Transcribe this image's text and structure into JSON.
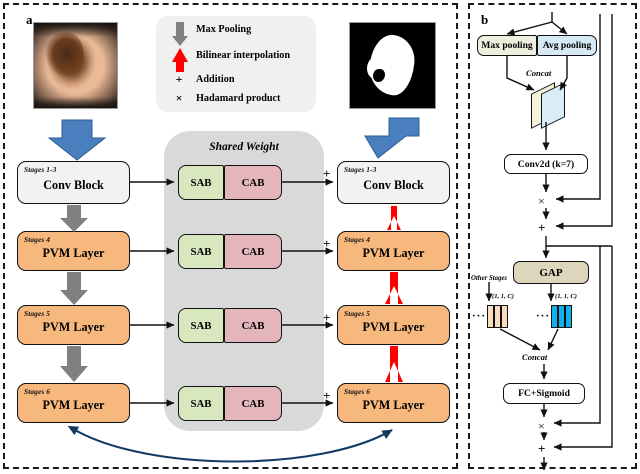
{
  "figure": {
    "panel_a_label": "a",
    "panel_b_label": "b"
  },
  "legend": {
    "items": [
      {
        "symbol": "down-arrow-gray",
        "label": "Max Pooling"
      },
      {
        "symbol": "up-arrow-red",
        "label": "Bilinear interpolation"
      },
      {
        "symbol": "+",
        "label": "Addition"
      },
      {
        "symbol": "×",
        "label": "Hadamard product"
      }
    ]
  },
  "panel_a": {
    "input_image_alt": "dermoscopic skin lesion photograph",
    "output_image_alt": "binary segmentation mask",
    "shared_weight_label": "Shared Weight",
    "encoder": [
      {
        "stage": "Stages 1-3",
        "name": "Conv Block",
        "kind": "conv"
      },
      {
        "stage": "Stages 4",
        "name": "PVM Layer",
        "kind": "pvm"
      },
      {
        "stage": "Stages 5",
        "name": "PVM Layer",
        "kind": "pvm"
      },
      {
        "stage": "Stages 6",
        "name": "PVM Layer",
        "kind": "pvm"
      }
    ],
    "decoder": [
      {
        "stage": "Stages 1-3",
        "name": "Conv Block",
        "kind": "conv"
      },
      {
        "stage": "Stages 4",
        "name": "PVM Layer",
        "kind": "pvm"
      },
      {
        "stage": "Stages 5",
        "name": "PVM Layer",
        "kind": "pvm"
      },
      {
        "stage": "Stages 6",
        "name": "PVM Layer",
        "kind": "pvm"
      }
    ],
    "attention_pairs": [
      {
        "left": "SAB",
        "right": "CAB"
      },
      {
        "left": "SAB",
        "right": "CAB"
      },
      {
        "left": "SAB",
        "right": "CAB"
      },
      {
        "left": "SAB",
        "right": "CAB"
      }
    ],
    "addition_symbol": "+"
  },
  "panel_b": {
    "max_pooling": "Max pooling",
    "avg_pooling": "Avg pooling",
    "concat_top": "Concat",
    "conv2d": "Conv2d (k=7)",
    "hadamard_1": "×",
    "addition_1": "+",
    "gap": "GAP",
    "other_stages": "Other Stages",
    "dim_left": "(1, 1, C)",
    "dim_right": "(1, 1, C)",
    "ellipsis_left": "···",
    "ellipsis_right": "···",
    "concat_bottom": "Concat",
    "fc_sigmoid": "FC+Sigmoid",
    "hadamard_2": "×",
    "addition_2": "+"
  },
  "colors": {
    "pvm_orange": "#f6b87c",
    "conv_gray": "#f2f2f2",
    "sab_green": "#d9e7bf",
    "cab_pink": "#e4b6bc",
    "shared_bg": "#d9d9d9",
    "maxpool_arrow": "#808080",
    "bilinear_arrow": "#ff0000",
    "io_arrow_blue": "#4a7fbf",
    "skip_arc_navy": "#123a63",
    "maxpool_box": "#eeefdc",
    "avgpool_box": "#d6e9f5",
    "gap_box": "#ddd6bd",
    "vec_peach": "#fadcbe",
    "vec_blue": "#12b0ef"
  }
}
